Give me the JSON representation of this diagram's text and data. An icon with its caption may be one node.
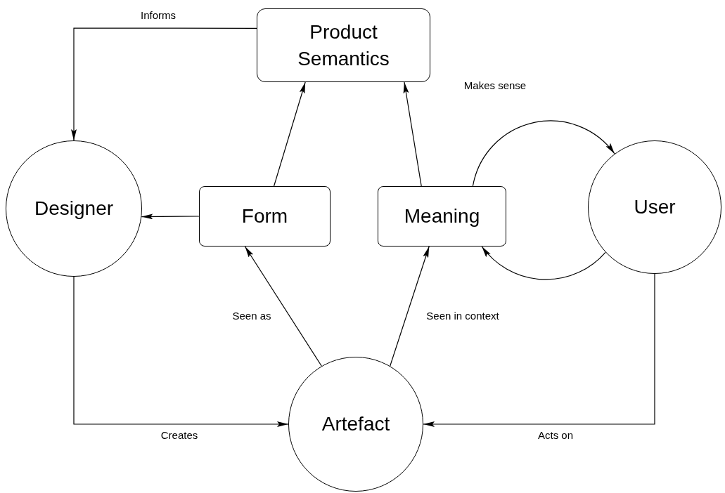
{
  "diagram": {
    "nodes": [
      {
        "text": [
          "Product Semantics"
        ]
      },
      {
        "text": [
          "Designer"
        ]
      },
      {
        "text": [
          "Form"
        ]
      },
      {
        "text": [
          "Meaning"
        ]
      },
      {
        "text": [
          "User"
        ]
      },
      {
        "text": [
          "Artefact"
        ]
      }
    ],
    "edges": [
      {
        "from": 0,
        "to": 1,
        "arrow": "to",
        "label": "Informs"
      },
      {
        "from": 2,
        "to": 0,
        "arrow": "to"
      },
      {
        "from": 3,
        "to": 0,
        "arrow": "to"
      },
      {
        "from": 2,
        "to": 1,
        "arrow": "to"
      },
      {
        "from": 3,
        "to": 4,
        "arrow": "to",
        "label": "Makes sense"
      },
      {
        "from": 4,
        "to": 3,
        "arrow": "to"
      },
      {
        "from": 5,
        "to": 2,
        "arrow": "to",
        "label": "Seen as"
      },
      {
        "from": 5,
        "to": 3,
        "arrow": "to",
        "label": "Seen in context"
      },
      {
        "from": 1,
        "to": 5,
        "arrow": "to",
        "label": "Creates"
      },
      {
        "from": 4,
        "to": 5,
        "arrow": "to",
        "label": "Acts on"
      }
    ]
  }
}
